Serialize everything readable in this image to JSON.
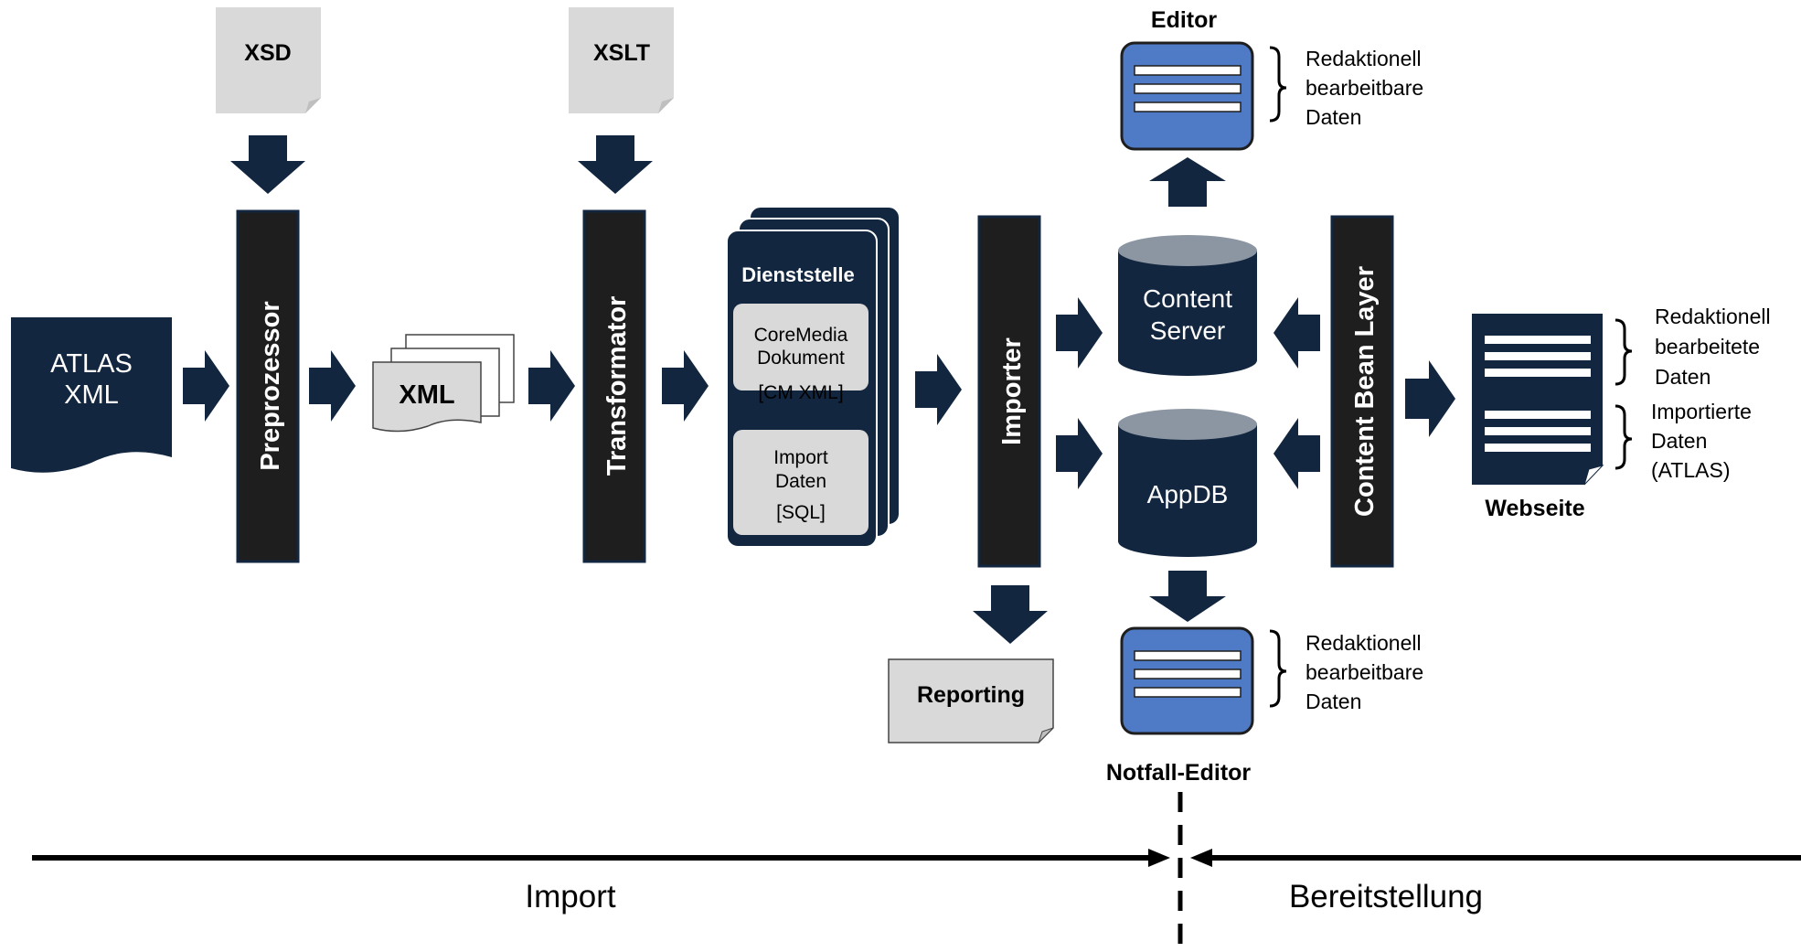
{
  "colors": {
    "navy": "#12263f",
    "bar": "#1e1e1e",
    "doc_gray": "#d9d9d9",
    "doc_gray_dark": "#bfbfbf",
    "editor_blue": "#4f7ac6",
    "cyl_top": "#8c96a3",
    "inner_box": "#d9d9d9",
    "line": "#000000"
  },
  "sources": {
    "atlas_line1": "ATLAS",
    "atlas_line2": "XML",
    "xsd": "XSD",
    "xslt": "XSLT",
    "xml": "XML"
  },
  "processors": {
    "preprozessor": "Preprozessor",
    "transformator": "Transformator",
    "importer": "Importer",
    "content_bean_layer": "Content Bean Layer"
  },
  "dienststelle": {
    "title": "Dienststelle",
    "cm_line1": "CoreMedia",
    "cm_line2": "Dokument",
    "cm_line3": "[CM XML]",
    "imp_line1": "Import",
    "imp_line2": "Daten",
    "imp_line3": "[SQL]"
  },
  "databases": {
    "content_line1": "Content",
    "content_line2": "Server",
    "appdb": "AppDB"
  },
  "outputs": {
    "reporting": "Reporting",
    "editor_title": "Editor",
    "notfall_title": "Notfall-Editor",
    "webseite": "Webseite"
  },
  "annotations": {
    "editor": [
      "Redaktionell",
      "bearbeitbare",
      "Daten"
    ],
    "notfall": [
      "Redaktionell",
      "bearbeitbare",
      "Daten"
    ],
    "web_top": [
      "Redaktionell",
      "bearbeitete",
      "Daten"
    ],
    "web_bottom": [
      "Importierte",
      "Daten",
      "(ATLAS)"
    ]
  },
  "phases": {
    "import": "Import",
    "bereitstellung": "Bereitstellung"
  }
}
